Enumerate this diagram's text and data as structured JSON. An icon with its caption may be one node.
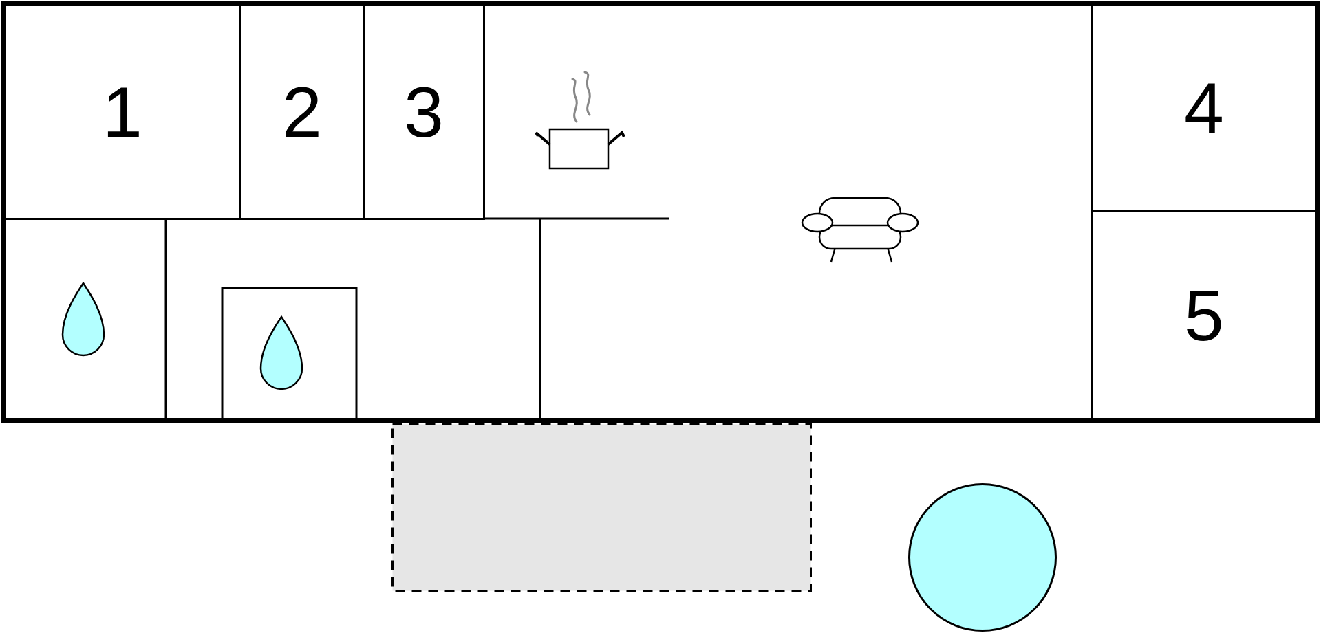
{
  "diagram": {
    "nodes": [
      {
        "text": [
          "1"
        ]
      },
      {
        "text": [
          "2"
        ]
      },
      {
        "text": [
          "3"
        ]
      },
      {
        "text": [
          "4"
        ]
      },
      {
        "text": [
          "5"
        ]
      },
      {
        "text": [],
        "shape": "box"
      },
      {
        "text": [],
        "shape": "circle"
      }
    ]
  }
}
